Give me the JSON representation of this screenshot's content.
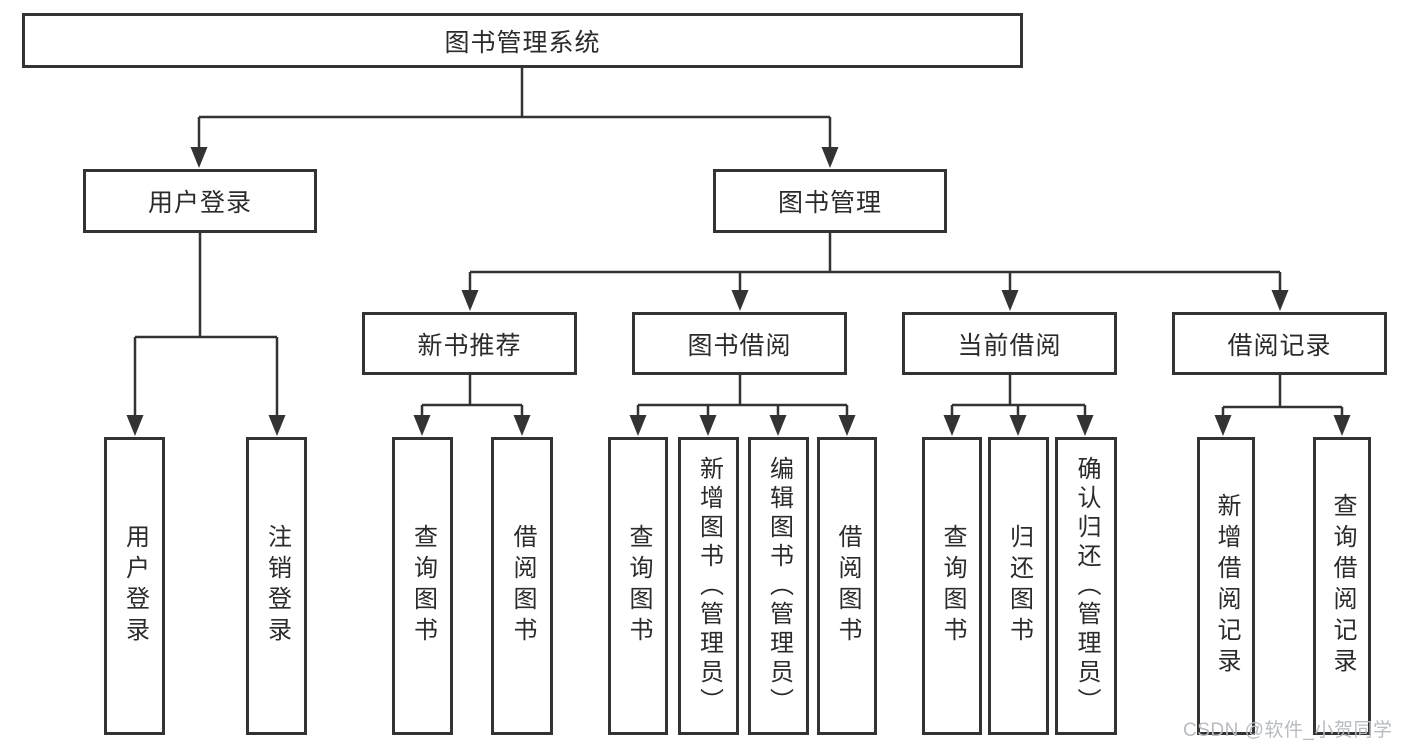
{
  "diagram": {
    "title": "图书管理系统",
    "colors": {
      "line": "#333333",
      "box_border": "#333333",
      "text": "#2b2b2b",
      "background": "#ffffff",
      "watermark": "#b8bcc1"
    },
    "watermark": "CSDN @软件_小贺同学",
    "nodes": {
      "root": {
        "label": "图书管理系统"
      },
      "user_login_group": {
        "label": "用户登录"
      },
      "book_mgmt_group": {
        "label": "图书管理"
      },
      "new_book_rec": {
        "label": "新书推荐"
      },
      "book_borrow": {
        "label": "图书借阅"
      },
      "current_borrow": {
        "label": "当前借阅"
      },
      "borrow_records": {
        "label": "借阅记录"
      },
      "user_login": {
        "label": "用户登录"
      },
      "logout_login": {
        "label": "注销登录"
      },
      "rec_query_books": {
        "label": "查询图书"
      },
      "rec_borrow_books": {
        "label": "借阅图书"
      },
      "bb_query_books": {
        "label": "查询图书"
      },
      "bb_add_books": {
        "label": "新增图书（管理员）"
      },
      "bb_edit_books": {
        "label": "编辑图书（管理员）"
      },
      "bb_borrow_books": {
        "label": "借阅图书"
      },
      "cb_query_books": {
        "label": "查询图书"
      },
      "cb_return_books": {
        "label": "归还图书"
      },
      "cb_confirm_return": {
        "label": "确认归还（管理员）"
      },
      "br_add_record": {
        "label": "新增借阅记录"
      },
      "br_query_record": {
        "label": "查询借阅记录"
      }
    },
    "hierarchy": {
      "图书管理系统": {
        "用户登录": [
          "用户登录",
          "注销登录"
        ],
        "图书管理": {
          "新书推荐": [
            "查询图书",
            "借阅图书"
          ],
          "图书借阅": [
            "查询图书",
            "新增图书（管理员）",
            "编辑图书（管理员）",
            "借阅图书"
          ],
          "当前借阅": [
            "查询图书",
            "归还图书",
            "确认归还（管理员）"
          ],
          "借阅记录": [
            "新增借阅记录",
            "查询借阅记录"
          ]
        }
      }
    }
  }
}
